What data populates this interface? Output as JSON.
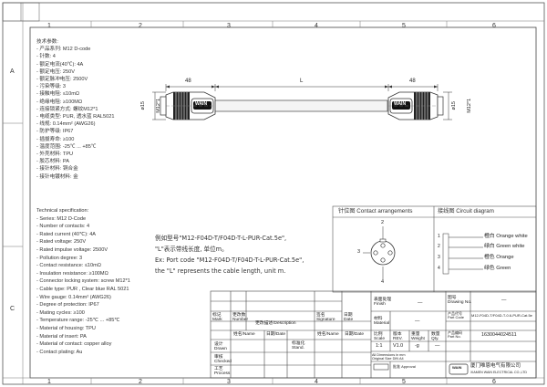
{
  "ruler": {
    "top": [
      "1",
      "2",
      "3",
      "4",
      "5",
      "6"
    ],
    "bottom": [
      "1",
      "2",
      "3",
      "4",
      "5",
      "6"
    ],
    "left_top": "A",
    "left_bottom": "C"
  },
  "corner_box": {
    "left": "",
    "right": ""
  },
  "drawing": {
    "dim_length_left": "48",
    "dim_length_mid": "L",
    "dim_length_right": "48",
    "dim_dia_left": "ø15",
    "dim_dia_right": "ø15",
    "thread_left": "M12*1",
    "thread_right": "M12*1",
    "brand": "WAIN"
  },
  "spec_cn": [
    "技术参数:",
    "- 产品系列: M12 D-code",
    "- 针数: 4",
    "- 额定电流(40℃): 4A",
    "- 额定电压: 250V",
    "- 额定脉冲电压: 2500V",
    "- 污染等级: 3",
    "- 接触电阻: ≤10mΩ",
    "- 绝缘电阻: ≥100MΩ",
    "- 连接锁紧方式: 螺纹M12*1",
    "- 电缆类型: PUR, 透水蓝 RAL5021",
    "- 线规: 0.14mm² (AWG26)",
    "- 防护等级: IP67",
    "- 插拔寿命: ≥100",
    "- 温度范围: -25℃ ... +85℃",
    "- 外壳材料: TPU",
    "- 胶芯材料: PA",
    "- 接针材料: 铜合金",
    "- 接针电镀材料: 金"
  ],
  "spec_en": [
    "Technical specification:",
    "- Series: M12 D-Code",
    "- Number of contacts: 4",
    "- Rated current (40℃): 4A",
    "- Rated voltage: 250V",
    "- Rated impulse voltage: 2500V",
    "- Pollution degree: 3",
    "- Contact resistance: ≤10mΩ",
    "- Insulation resistance: ≥100MΩ",
    "- Connector locking system: screw M12*1",
    "- Cable type: PUR , Clear blue RAL 5021",
    "- Wire gauge: 0.14mm² (AWG26)",
    "- Degree of protection: IP67",
    "- Mating cycles: ≥100",
    "- Temperature range: -25℃ ... +85℃",
    "- Material of housing: TPU",
    "- Material of insert: PA",
    "- Material of contact: copper alloy",
    "- Contact plating: Au"
  ],
  "notes": [
    "例如型号\"M12-F04D-T/F04D-T-L-PUR-Cat.5e\",",
    "\"L\"表示带线长度, 单位m。",
    "Ex: Port code  \"M12-F04D-T/F04D-T-L-PUR-Cat.5e\",",
    "the \"L\" represents the cable length, unit m."
  ],
  "contact_header": "针位图  Contact arrangements",
  "circuit_header": "接线图  Circuit diagram",
  "pins": [
    "1",
    "2",
    "3",
    "4"
  ],
  "wires": [
    {
      "pin": "1",
      "label": "橙白 Orange white"
    },
    {
      "pin": "2",
      "label": "绿白 Green white"
    },
    {
      "pin": "3",
      "label": "橙色 Orange"
    },
    {
      "pin": "4",
      "label": "绿色 Green"
    }
  ],
  "title_block": {
    "finish_label": "表面处理\nFinish",
    "finish_value": "—",
    "material_label": "材料\nMaterial",
    "material_value": "—",
    "drawing_no_label": "图号\nDrawing No.",
    "drawing_no_value": "—",
    "part_code_label": "产品代号\nPart Code",
    "part_code_value": "M12-F04D-T/F04D-T-0.6-PUR-Cat.5e",
    "part_no_label": "产品编码\nPart No.",
    "part_no_value": "1630044024511",
    "scale_label": "比例\nScale",
    "scale_value": "1:1",
    "rev_label": "版本\nREV.",
    "rev_value": "V1.0",
    "weight_label": "重量\nWeight",
    "weight_value": "-g",
    "qty_label": "数量\nQty.",
    "qty_value": "—",
    "mark_label": "标记\nMark",
    "number_label": "更改数\nNumber",
    "description_label": "更改描述/Description",
    "signature_label": "签名\nSignature",
    "date_label": "日期\nDate",
    "name_label1": "姓名/Name",
    "date_label1": "日期/Date",
    "stand_label": "标准化\nStand.",
    "name_label2": "姓名/Name",
    "date_label2": "日期/Date",
    "drawn_label": "设计\nDrawn",
    "checked_label": "审核\nChecked",
    "process_label": "工艺\nProcess",
    "approval_label": "批准\nApproval",
    "dims_note": "All Dimensions in mm\nOriginal Size DIN A4",
    "logo_text": "WAIN",
    "company_cn": "厦门唯恩电气有限公司",
    "company_en": "XIAMEN WAIN ELECTRICAL CO.,LTD"
  }
}
